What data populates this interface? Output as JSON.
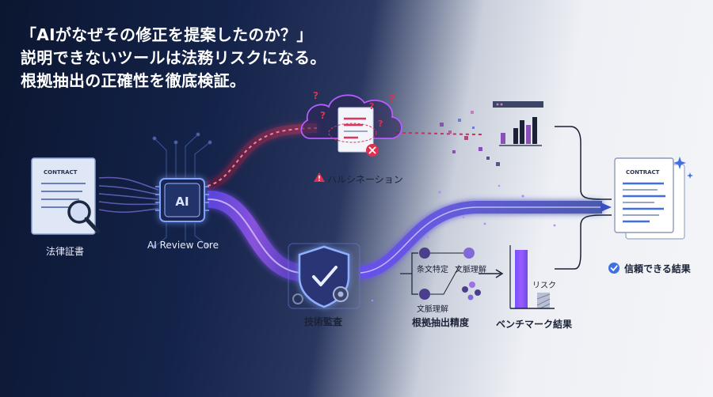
{
  "headline": {
    "line1": "「AIがなぜその修正を提案したのか？」",
    "line2": "説明できないツールは法務リスクになる。",
    "line3": "根拠抽出の正確性を徹底検証。"
  },
  "nodes": {
    "legal_doc": {
      "doc_title": "CONTRACT",
      "label": "法律証書"
    },
    "ai_core": {
      "chip_text": "AI",
      "label": "AI Review Core"
    },
    "hallucination": {
      "label": "ハルシネーション"
    },
    "audit": {
      "label": "技術監査"
    },
    "extraction": {
      "item1": "条文特定",
      "item2": "文脈理解",
      "item3": "文脈理解",
      "label": "根拠抽出精度"
    },
    "benchmark": {
      "bar_label": "リスク",
      "label": "ベンチマーク結果"
    },
    "result": {
      "doc_title": "CONTRACT",
      "label": "信頼できる結果"
    }
  },
  "colors": {
    "background_dark": "#0b1630",
    "background_light": "#f4f5f8",
    "flow_purple": "#9a5cff",
    "hallucination_red": "#c8325a",
    "result_blue": "#3f6fe0"
  }
}
